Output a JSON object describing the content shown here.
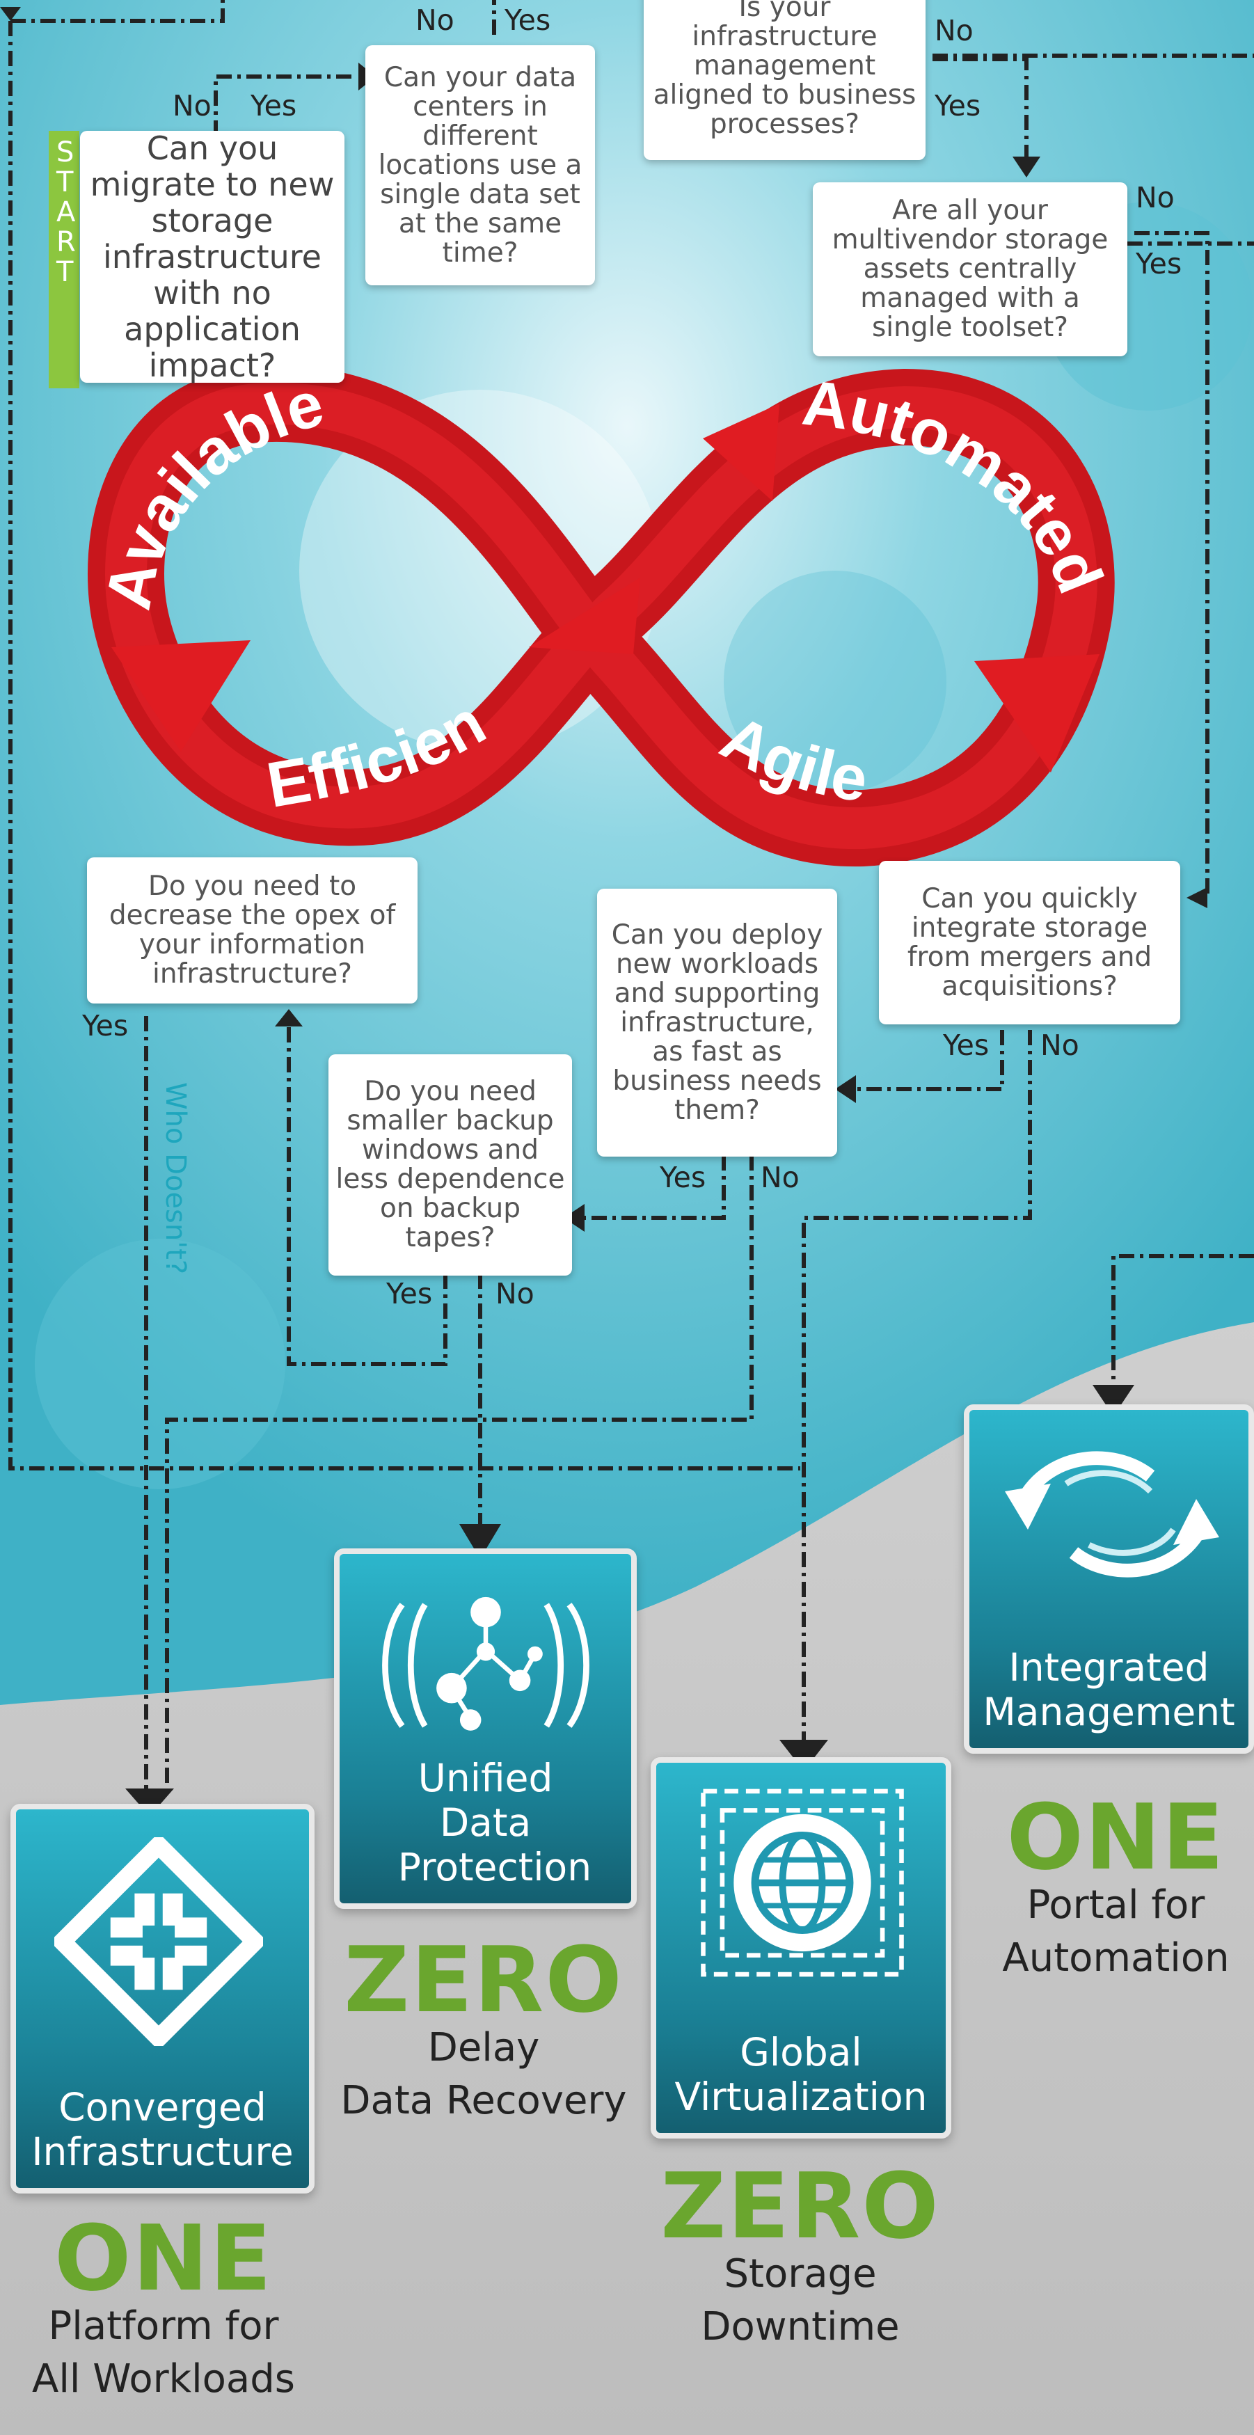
{
  "loop_words": {
    "available": "Available",
    "automated": "Automated",
    "efficient": "Efficient",
    "agile": "Agile"
  },
  "start_label": "START",
  "questions": {
    "migrate": "Can you migrate to new storage infrastructure with no application impact?",
    "datacenters": "Can your data centers in different locations use a single data set at the same time?",
    "infra_mgmt": "Is your infrastructure management aligned to business processes?",
    "multivendor": "Are all your multivendor storage assets centrally managed with a single toolset?",
    "opex": "Do you need to decrease the opex of your information infrastructure?",
    "deploy": "Can you deploy new workloads and supporting infrastructure, as fast as business needs them?",
    "mergers": "Can you quickly integrate storage from mergers and acquisitions?",
    "backup": "Do you need smaller backup windows and less dependence on backup tapes?"
  },
  "answers": {
    "yes": "Yes",
    "no": "No"
  },
  "who_doesnt": "Who Doesn't?",
  "cards": {
    "integrated": "Integrated Management",
    "unified": "Unified Data Protection",
    "global": "Global Virtualization",
    "converged": "Converged Infrastructure"
  },
  "outcomes": {
    "one_portal": {
      "big": "ONE",
      "line1": "Portal for",
      "line2": "Automation"
    },
    "zero_delay": {
      "big": "ZERO",
      "line1": "Delay",
      "line2": "Data Recovery"
    },
    "zero_storage": {
      "big": "ZERO",
      "line1": "Storage",
      "line2": "Downtime"
    },
    "one_platform": {
      "big": "ONE",
      "line1": "Platform for",
      "line2": "All Workloads"
    }
  },
  "colors": {
    "accent_green": "#6aa62e",
    "loop_red": "#d8171d",
    "card_teal": "#1f98b0"
  }
}
